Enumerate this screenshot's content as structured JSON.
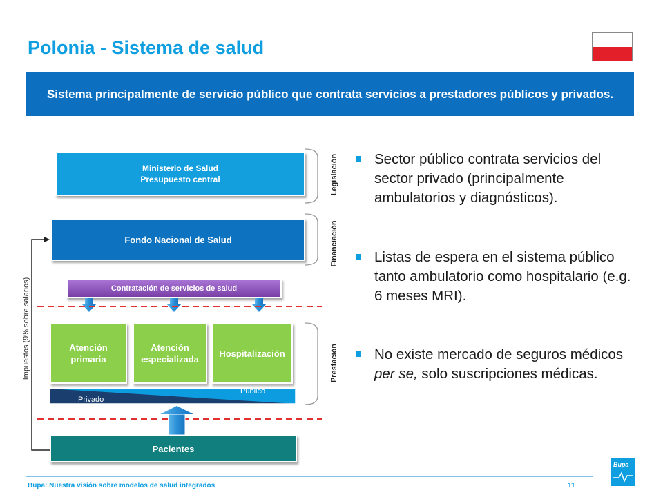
{
  "title": "Polonia - Sistema de salud",
  "banner": "Sistema principalmente de servicio público que contrata servicios a prestadores públicos y privados.",
  "diagram": {
    "ministerio_line1": "Ministerio de Salud",
    "ministerio_line2": "Presupuesto central",
    "fondo": "Fondo Nacional de Salud",
    "contratacion": "Contratación de servicios de salud",
    "atencion_primaria_line1": "Atención",
    "atencion_primaria_line2": "primaria",
    "atencion_especializada_line1": "Atención",
    "atencion_especializada_line2": "especializada",
    "hospitalizacion": "Hospitalización",
    "publico": "Público",
    "privado": "Privado",
    "pacientes": "Pacientes",
    "impuestos": "Impuestos (9% sobre salarios)",
    "legislacion": "Legislación",
    "financiacion": "Financiación",
    "prestacion": "Prestación"
  },
  "bullets": {
    "b1": "Sector público contrata servicios del sector privado (principalmente ambulatorios y diagnósticos).",
    "b2": "Listas de espera en el sistema público tanto ambulatorio como hospitalario (e.g. 6 meses MRI).",
    "b3_pre": "No existe mercado de seguros médicos ",
    "b3_italic": "per se,",
    "b3_post": " solo suscripciones médicas."
  },
  "footer": {
    "text": "Bupa: Nuestra visión sobre modelos de salud integrados",
    "page": "11",
    "logo": "Bupa"
  },
  "colors": {
    "accent": "#0f9ee0",
    "banner": "#0c6fbf",
    "ministerio": "#139fde",
    "fondo": "#0d73c1",
    "contratacion": "#8e52b8",
    "atencion": "#8ccf4a",
    "pacientes": "#127f7f",
    "dashed": "#e03030"
  }
}
